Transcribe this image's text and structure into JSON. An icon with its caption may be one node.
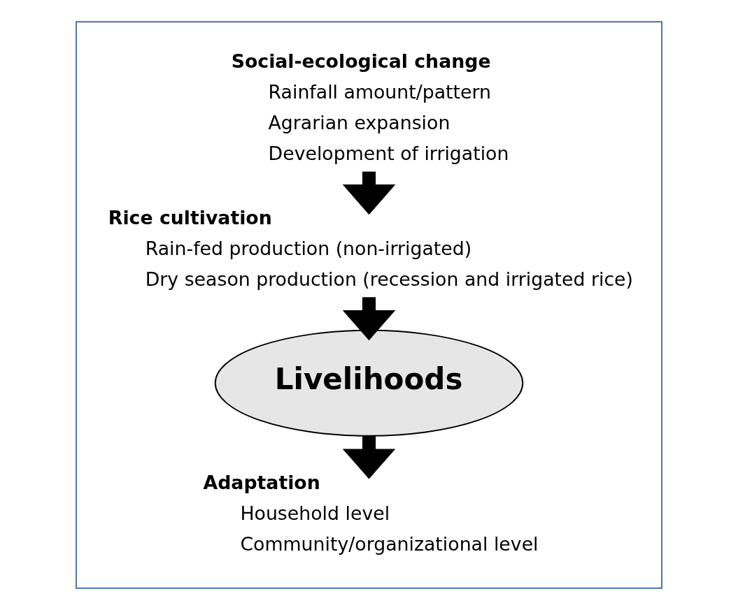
{
  "diagram": {
    "nodes": [
      {
        "text": [],
        "shape": "box"
      },
      {
        "text": [
          "Social-ecological change",
          "Rainfall amount/pattern",
          "Agrarian expansion",
          "Development of irrigation"
        ],
        "in": 0
      },
      {
        "text": [
          "Rice cultivation",
          "Rain-fed production (non-irrigated)",
          "Dry season production (recession and irrigated rice)"
        ],
        "in": 0
      },
      {
        "text": [
          "Livelihoods"
        ],
        "in": 0
      },
      {
        "text": [
          "Adaptation",
          "Household level",
          "Community/organizational level"
        ],
        "in": 0
      }
    ],
    "edges": [
      {
        "from": 1,
        "to": 2,
        "arrow": "to"
      },
      {
        "from": 2,
        "to": 3,
        "arrow": "to"
      },
      {
        "from": 3,
        "to": 4,
        "arrow": "to"
      }
    ]
  }
}
